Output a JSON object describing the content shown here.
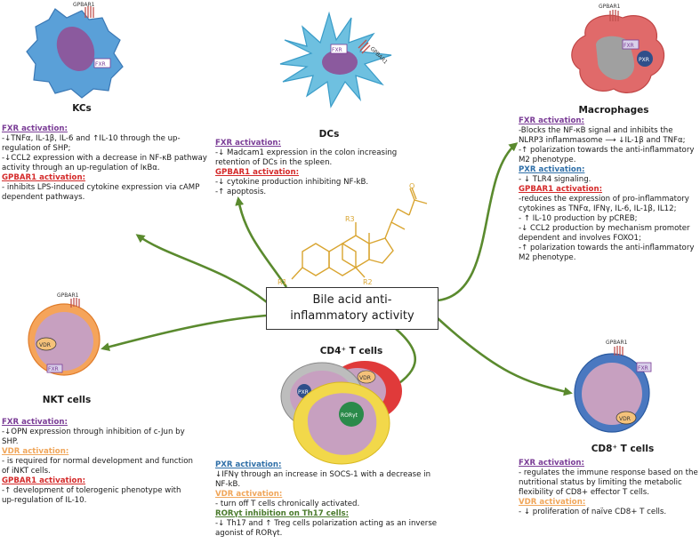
{
  "center": {
    "line1": "Bile acid anti-",
    "line2": "inflammatory activity"
  },
  "cells": {
    "kcs": "KCs",
    "dcs": "DCs",
    "macrophages": "Macrophages",
    "nkt": "NKT cells",
    "cd4": "CD4⁺ T cells",
    "cd8": "CD8⁺ T cells"
  },
  "molecule": {
    "r1": "R1",
    "r2": "R2",
    "r3": "R3"
  },
  "markers": {
    "gpbar1": "GPBAR1",
    "fxr": "FXR",
    "pxr": "PXR",
    "vdr": "VDR",
    "roryt": "RORγt"
  },
  "kcs_text": {
    "fxr_h": "FXR activation:",
    "fxr_1": "-↓TNFα, IL-1β, IL-6 and ↑IL-10 through the up-regulation of SHP;",
    "fxr_2": "-↓CCL2 expression with a decrease in NF-κB pathway activity through an up-regulation of IκBα.",
    "gp_h": "GPBAR1 activation:",
    "gp_1": "- inhibits LPS-induced cytokine expression via cAMP dependent pathways."
  },
  "dcs_text": {
    "fxr_h": "FXR activation:",
    "fxr_1": "-↓ Madcam1 expression in the colon increasing retention of DCs in the spleen.",
    "gp_h": "GPBAR1 activation:",
    "gp_1": "-↓ cytokine production inhibiting NF-kB.",
    "gp_2": "-↑ apoptosis."
  },
  "mac_text": {
    "fxr_h": "FXR activation:",
    "fxr_1": "-Blocks the NF-κB signal and inhibits the NLRP3 inflammasome ⟶ ↓IL-1β and TNFα;",
    "fxr_2": "-↑ polarization towards the anti-inflammatory M2 phenotype.",
    "pxr_h": "PXR activation:",
    "pxr_1": "- ↓ TLR4 signaling.",
    "gp_h": "GPBAR1 activation:",
    "gp_1": "-reduces the expression of pro-inflammatory cytokines as TNFα, IFNγ, IL-6, IL-1β, IL12;",
    "gp_2": "- ↑ IL-10 production by pCREB;",
    "gp_3": "-↓ CCL2 production by mechanism promoter dependent and involves FOXO1;",
    "gp_4": "-↑ polarization towards the anti-inflammatory M2 phenotype."
  },
  "nkt_text": {
    "fxr_h": "FXR activation:",
    "fxr_1": "-↓OPN expression through inhibition of c-Jun by SHP.",
    "vdr_h": "VDR activation:",
    "vdr_1": "- is required for normal development and function of iNKT cells.",
    "gp_h": "GPBAR1 activation:",
    "gp_1": "-↑ development of tolerogenic phenotype with up-regulation of IL-10."
  },
  "cd4_text": {
    "pxr_h": "PXR activation:",
    "pxr_1": "↓IFNγ through an increase in SOCS-1 with a decrease in NF-kB.",
    "vdr_h": "VDR activation:",
    "vdr_1": "- turn off T cells chronically activated.",
    "ror_h": "RORγt inhibition on Th17 cells:",
    "ror_1": "-↓ Th17 and ↑ Treg cells polarization acting as an inverse agonist of RORγt."
  },
  "cd8_text": {
    "fxr_h": "FXR activation:",
    "fxr_1": "- regulates the immune response based on the nutritional status by limiting the metabolic flexibility of CD8+ effector T cells.",
    "vdr_h": "VDR activation:",
    "vdr_1": "- ↓ proliferation of naïve CD8+ T cells."
  },
  "colors": {
    "arrow": "#5a8a2e",
    "fxr": "#7a3c96",
    "gpbar1": "#d42a2a",
    "pxr": "#2f6fa8",
    "vdr": "#f0a65a",
    "molecule": "#d9a531"
  }
}
